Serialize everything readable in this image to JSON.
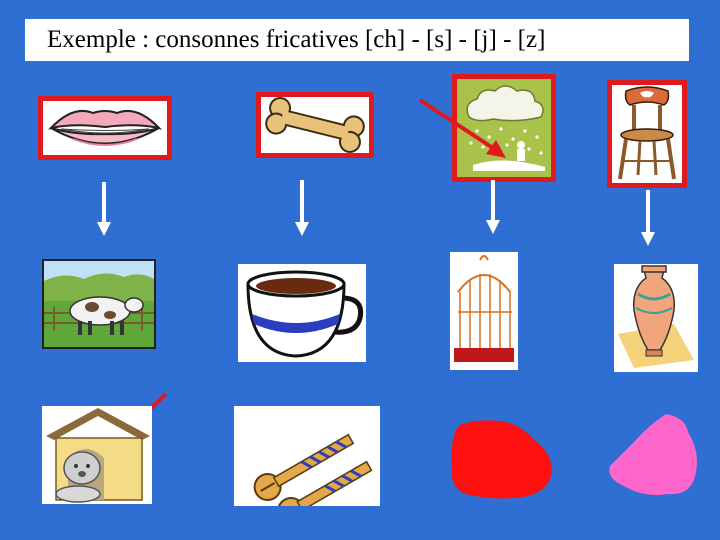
{
  "title": "Exemple : consonnes fricatives [ch]  -  [s]  -  [j]  -  [z]",
  "colors": {
    "background": "#2f6fd3",
    "frame_red": "#e0191e",
    "arrow_red": "#e0191e",
    "arrow_white": "#ffffff",
    "red_blob": "#ff1010",
    "pink_blob": "#ff66cc"
  },
  "columns": [
    {
      "top_image": "lips-image",
      "middle_image": "cow-image",
      "bottom_image": "doghouse-image"
    },
    {
      "top_image": "bone-image",
      "middle_image": "coffee-cup-image",
      "bottom_image": "screws-image"
    },
    {
      "top_image": "snow-cloud-image",
      "middle_image": "birdcage-image",
      "bottom_image": "red-blob"
    },
    {
      "top_image": "chair-image",
      "middle_image": "vase-image",
      "bottom_image": "pink-blob"
    }
  ]
}
